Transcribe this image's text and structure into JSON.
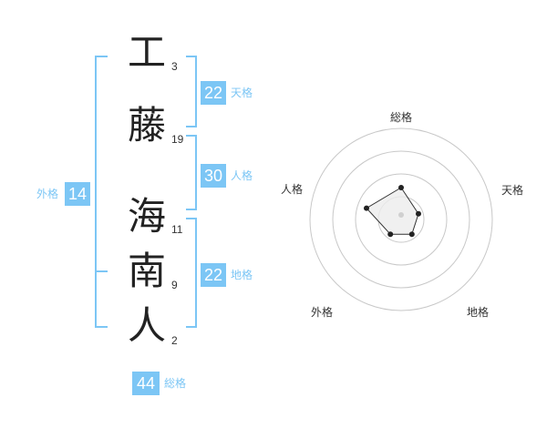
{
  "name_chars": [
    {
      "char": "工",
      "strokes": "3"
    },
    {
      "char": "藤",
      "strokes": "19"
    },
    {
      "char": "海",
      "strokes": "11"
    },
    {
      "char": "南",
      "strokes": "9"
    },
    {
      "char": "人",
      "strokes": "2"
    }
  ],
  "fortune": {
    "tenkaku": {
      "value": "22",
      "label": "天格"
    },
    "jinkaku": {
      "value": "30",
      "label": "人格"
    },
    "chikaku": {
      "value": "22",
      "label": "地格"
    },
    "gaikaku": {
      "value": "14",
      "label": "外格"
    },
    "soukaku": {
      "value": "44",
      "label": "総格"
    }
  },
  "radar": {
    "labels": {
      "top": "総格",
      "right": "天格",
      "bottom_right": "地格",
      "bottom_left": "外格",
      "left": "人格"
    },
    "levels": 4,
    "scores": {
      "soukaku": 0.35,
      "tenkaku": 0.2,
      "chikaku": 0.2,
      "gaikaku": 0.2,
      "jinkaku": 0.4
    }
  },
  "colors": {
    "accent": "#7cc6f5"
  }
}
